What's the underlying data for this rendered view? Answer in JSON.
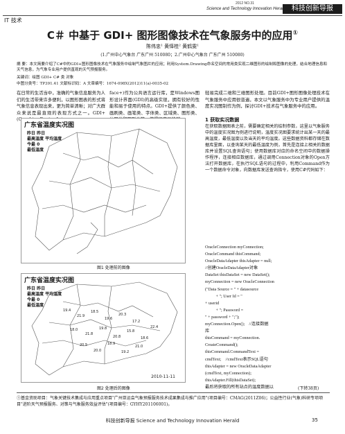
{
  "header": {
    "journal_issue": "2012  NO.31",
    "journal_en": "Science and Technology Innovation Herald",
    "journal_cn": "科技创新导报",
    "section": "IT 技术"
  },
  "article": {
    "title": "C＃ 中基于 GDI+ 图形图像技术在气象服务中的应用",
    "title_mark": "①",
    "authors": "陈伟忠¹  黄怿桂²  黄鹤雯¹",
    "affiliation": "(1.广州中心气象台   广东广州    510080；2.广州中心气象台    广东广州    510080)",
    "abstract": "摘  要：本文简要介绍了C#中的GDI+图形图像技术在气象服务中绘制气象图片的应用；利用System.Drawing命名空间的常用类实现二维图形的绘制和图像的处理，结合地理信息和天气信息，为气象专业用户提供直观的天气预报服务。",
    "keywords": "关键词：绘图    GDI+    C#    类    对象",
    "class_number": "中图分类号：TP391.41            文献标识码：A            文章编号：1674-098X(2012)11(a)-0035-02",
    "col1": "在日常的生活当中，准确的气象信息服务为人们的生活带来许多便利，以图形图表的形式将气象信息表现出来，更为简单清晰；对广大群众来说是最直观的表现方式之一。GDI+(Graphics Device Inter-",
    "col2": "face+)作为公共语言运行库，是Windows图形设计界面(GDI)的高级实现，拥有较好的性能和易于使用的特点。GDI+提供了颜色类、画刷类、画笔类、字体类、区域类、图形类、位图类和图形类等，使得程序员能够",
    "col3": "轻易完成二维和三维图形处理。目前GDI+图形图像处理技术在气象服务中应用很普遍，本文以气象服务中为专业用户提供的温度实况图制作为例，探讨GDI+技术在气象服务中的应用。"
  },
  "figures": [
    {
      "map_title": "广东省温度实况图",
      "legend": [
        "昨日       昨日",
        "最高温度 平均温度",
        "今最 0",
        "最低温度"
      ],
      "caption": "图1   处理前的图像",
      "date": ""
    },
    {
      "map_title": "广东省温度实况图",
      "legend": [
        "昨日       昨日",
        "最高温度 平均温度",
        "今最 0",
        "最低温度"
      ],
      "caption": "图2   处理后的图像",
      "date": "2010-11-11",
      "values": [
        "19.4",
        "21.9",
        "18.5",
        "19.6",
        "20.3",
        "17.2",
        "18.0",
        "21.8",
        "19.8",
        "20.8",
        "15.8",
        "18.6",
        "20.5",
        "20.0",
        "18.9",
        "19.2",
        "21.0",
        "22.4"
      ]
    }
  ],
  "section1": {
    "heading": "1  获取实况数据",
    "text": "在获取数据图表之前，需要确定相关的绘制参数，这里以气象服务中的温度实况图为例进行说明，温度实况图要求统计出某一天的最高温度，最低温度以及当天的平均温度。这些数据资料都存储在数据库里面，以查询某天的最低温度为例，首先是连接上相关的数据库并设置SQL查询语句；使用数据库对应的命名空间中的数据操作程序，连接相应数据库，通过调用Connection对象的Open方法打开数据库，在执行SQL语句的过程中，利用Command作为一个数据命令对象，向数据库发送查询指令，使用C#代码如下："
  },
  "code_lines": [
    "OracleConnection myConnection;",
    "OracleCommand thisCommand;",
    "OracleDataAdapter thisAdapter = null;",
    "//创建OracleDataAdapter对象",
    "DataSet thisDataSet = new DataSet();",
    "myConnection = new OracleConnection",
    "(\"Data Source = \" + datasource",
    "          + \"; User Id = \"",
    "+ userid",
    "          + \"; Password =",
    "\" + password + \";\");",
    "myConnection.Open();    //连接数据",
    "库",
    "thisCommand = myConnection.",
    "CreateCommand();",
    "thisCommand.CommandText =",
    "cmdText;    //cmdText表示SQL语句",
    "thisAdapter = new OracleDataAdapter",
    "(cmdText, myConnection);",
    "thisAdapter.Fill(thisDataSet);",
    "最后将获取的所有站点的温度数据以"
  ],
  "continued": "(下转38页)",
  "footnote": "①基金资助项目：气象关键技术集成与应用重点项目\"广州亚运会气象预报服务技术成果集成与推广应用\"(项目编号：CMAG(2011Z06)；公益性行业(气象)科研专项项目\"进阶天气预报服务、对策与气象服务效益评估\"(项目编号：GYHY201106001)。",
  "footer": "科技创新导报  Science and Technology Innovation Herald",
  "page_number": "35"
}
